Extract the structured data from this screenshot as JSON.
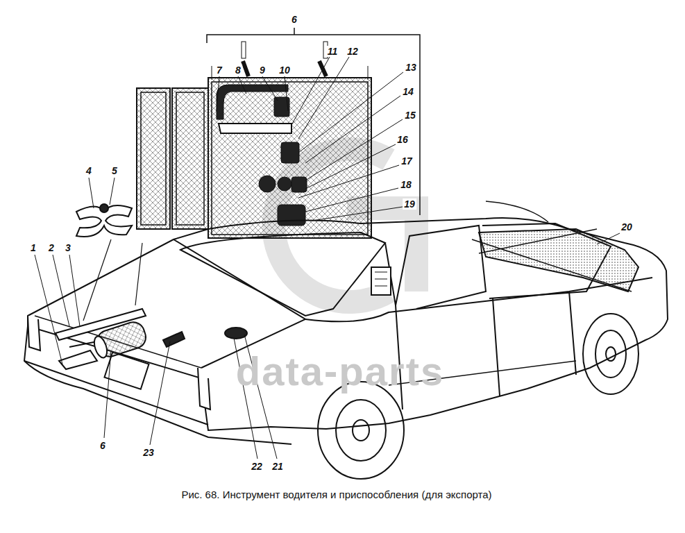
{
  "diagram": {
    "caption": "Рис. 68. Инструмент водителя и приспособления (для экспорта)",
    "labels": [
      "6",
      "7",
      "8",
      "9",
      "10",
      "11",
      "12",
      "13",
      "14",
      "15",
      "16",
      "17",
      "18",
      "19",
      "4",
      "5",
      "1",
      "2",
      "3",
      "20",
      "6",
      "23",
      "22",
      "21",
      "data-parts"
    ]
  }
}
